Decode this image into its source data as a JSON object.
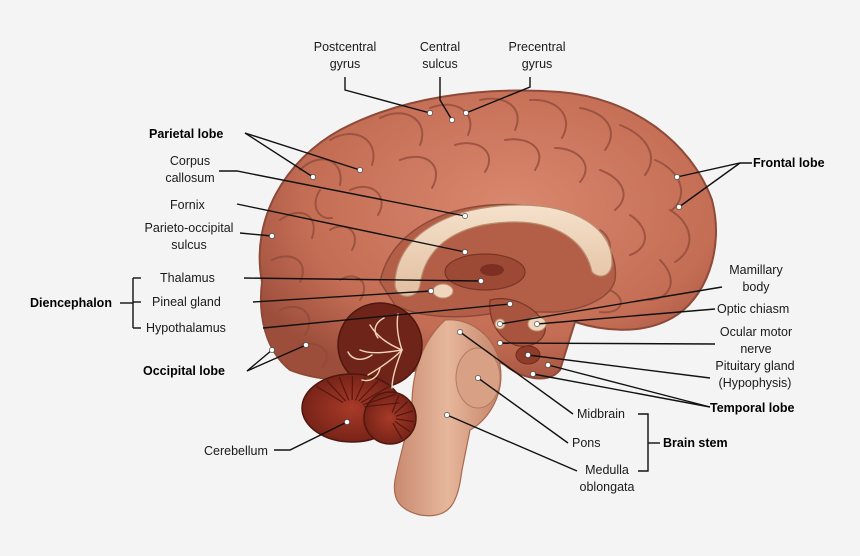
{
  "labels": {
    "postcentral": [
      "Postcentral",
      "gyrus"
    ],
    "central": [
      "Central",
      "sulcus"
    ],
    "precentral": [
      "Precentral",
      "gyrus"
    ],
    "parietal_lobe": "Parietal lobe",
    "corpus_callosum": [
      "Corpus",
      "callosum"
    ],
    "fornix": "Fornix",
    "parieto_occipital": [
      "Parieto-occipital",
      "sulcus"
    ],
    "thalamus": "Thalamus",
    "pineal_gland": "Pineal gland",
    "hypothalamus": "Hypothalamus",
    "diencephalon": "Diencephalon",
    "occipital_lobe": "Occipital lobe",
    "cerebellum": "Cerebellum",
    "frontal_lobe": "Frontal lobe",
    "mamillary_body": [
      "Mamillary",
      "body"
    ],
    "optic_chiasm": "Optic chiasm",
    "ocular_motor_nerve": [
      "Ocular motor",
      "nerve"
    ],
    "pituitary_gland": [
      "Pituitary gland",
      "(Hypophysis)"
    ],
    "temporal_lobe": "Temporal lobe",
    "midbrain": "Midbrain",
    "pons": "Pons",
    "medulla": [
      "Medulla",
      "oblongata"
    ],
    "brain_stem": "Brain stem"
  },
  "colors": {
    "background": "#f4f4f4",
    "cortex": "#c9755e",
    "cortex_dark": "#8e4a38",
    "corpus": "#f0d6bd",
    "cerebellum": "#8f2d1f",
    "brainstem": "#d9a287",
    "leader": "#111111"
  }
}
